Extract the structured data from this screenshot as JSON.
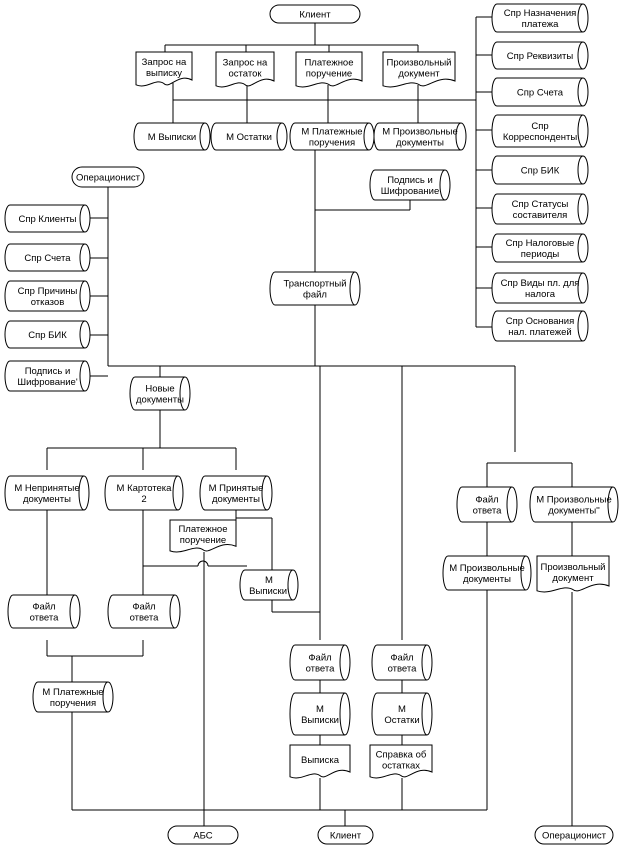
{
  "nodes": {
    "klient_top": {
      "type": "terminator",
      "lines": [
        "Клиент"
      ]
    },
    "zapros_vypisku": {
      "type": "document",
      "lines": [
        "Запрос на",
        "выписку"
      ]
    },
    "zapros_ostatok": {
      "type": "document",
      "lines": [
        "Запрос на",
        "остаток"
      ]
    },
    "platezhnoe_poruchenie_top": {
      "type": "document",
      "lines": [
        "Платежное",
        "поручение"
      ]
    },
    "proizvolny_dokument_top": {
      "type": "document",
      "lines": [
        "Произвольный",
        "документ"
      ]
    },
    "m_vypiski": {
      "type": "cylinder",
      "lines": [
        "М Выписки"
      ]
    },
    "m_ostatki": {
      "type": "cylinder",
      "lines": [
        "М Остатки"
      ]
    },
    "m_platezhnye_top": {
      "type": "cylinder",
      "lines": [
        "М Платежные",
        "поручения"
      ]
    },
    "m_proizvolnye_top": {
      "type": "cylinder",
      "lines": [
        "М Произвольные",
        "документы"
      ]
    },
    "spr_naznacheniya": {
      "type": "cylinder",
      "lines": [
        "Спр Назначения",
        "платежа"
      ]
    },
    "spr_rekvizity": {
      "type": "cylinder",
      "lines": [
        "Спр Реквизиты"
      ]
    },
    "spr_scheta_right": {
      "type": "cylinder",
      "lines": [
        "Спр Счета"
      ]
    },
    "spr_korrespondenty": {
      "type": "cylinder",
      "lines": [
        "Спр",
        "Корреспонденты"
      ]
    },
    "spr_bik_right": {
      "type": "cylinder",
      "lines": [
        "Спр БИК"
      ]
    },
    "spr_statusy": {
      "type": "cylinder",
      "lines": [
        "Спр Статусы",
        "составителя"
      ]
    },
    "spr_nalogovye": {
      "type": "cylinder",
      "lines": [
        "Спр Налоговые",
        "периоды"
      ]
    },
    "spr_vidy": {
      "type": "cylinder",
      "lines": [
        "Спр Виды пл. для",
        "налога"
      ]
    },
    "spr_osnovaniya": {
      "type": "cylinder",
      "lines": [
        "Спр Основания",
        "нал. платежей"
      ]
    },
    "podpis_top": {
      "type": "cylinder",
      "lines": [
        "Подпись и",
        "Шифрование"
      ]
    },
    "transportny_fail": {
      "type": "cylinder",
      "lines": [
        "Транспортный",
        "файл"
      ]
    },
    "operacionist_top": {
      "type": "terminator",
      "lines": [
        "Операционист"
      ]
    },
    "spr_klienty": {
      "type": "cylinder",
      "lines": [
        "Спр Клиенты"
      ]
    },
    "spr_scheta_left": {
      "type": "cylinder",
      "lines": [
        "Спр Счета"
      ]
    },
    "spr_prichiny": {
      "type": "cylinder",
      "lines": [
        "Спр Причины",
        "отказов"
      ]
    },
    "spr_bik_left": {
      "type": "cylinder",
      "lines": [
        "Спр БИК"
      ]
    },
    "podpis_left": {
      "type": "cylinder",
      "lines": [
        "Подпись и",
        "Шифрование'"
      ]
    },
    "novye_dokumenty": {
      "type": "cylinder",
      "lines": [
        "Новые",
        "документы"
      ]
    },
    "m_neprinyatye": {
      "type": "cylinder",
      "lines": [
        "М Непринятые",
        "документы"
      ]
    },
    "m_kartoteka": {
      "type": "cylinder",
      "lines": [
        "М Картотека",
        "2"
      ]
    },
    "m_prinyatye": {
      "type": "cylinder",
      "lines": [
        "М Принятые",
        "документы"
      ]
    },
    "platezhnoe_poruchenie_mid": {
      "type": "document",
      "lines": [
        "Платежное",
        "поручение"
      ]
    },
    "m_vypiski_prime": {
      "type": "cylinder",
      "lines": [
        "М",
        "Выписки'"
      ]
    },
    "fail_otveta_1": {
      "type": "cylinder",
      "lines": [
        "Файл",
        "ответа"
      ]
    },
    "fail_otveta_2": {
      "type": "cylinder",
      "lines": [
        "Файл",
        "ответа"
      ]
    },
    "m_platezhnye_bottom": {
      "type": "cylinder",
      "lines": [
        "М Платежные",
        "поручения"
      ]
    },
    "fail_otveta_3": {
      "type": "cylinder",
      "lines": [
        "Файл",
        "ответа"
      ]
    },
    "m_vypiski_bottom": {
      "type": "cylinder",
      "lines": [
        "М",
        "Выписки"
      ]
    },
    "vypiska": {
      "type": "document",
      "lines": [
        "Выписка"
      ]
    },
    "fail_otveta_4": {
      "type": "cylinder",
      "lines": [
        "Файл",
        "ответа"
      ]
    },
    "m_ostatki_bottom": {
      "type": "cylinder",
      "lines": [
        "М",
        "Остатки"
      ]
    },
    "spravka": {
      "type": "document",
      "lines": [
        "Справка об",
        "остатках"
      ]
    },
    "fail_otveta_5": {
      "type": "cylinder",
      "lines": [
        "Файл",
        "ответа"
      ]
    },
    "m_proizvolnye_prime": {
      "type": "cylinder",
      "lines": [
        "М Произвольные",
        "документы''"
      ]
    },
    "m_proizvolnye_right": {
      "type": "cylinder",
      "lines": [
        "М Произвольные",
        "документы"
      ]
    },
    "proizvolny_dokument_right": {
      "type": "document",
      "lines": [
        "Произвольный",
        "документ"
      ]
    },
    "abs": {
      "type": "terminator",
      "lines": [
        "АБС"
      ]
    },
    "klient_bottom": {
      "type": "terminator",
      "lines": [
        "Клиент"
      ]
    },
    "operacionist_bottom": {
      "type": "terminator",
      "lines": [
        "Операционист"
      ]
    }
  }
}
